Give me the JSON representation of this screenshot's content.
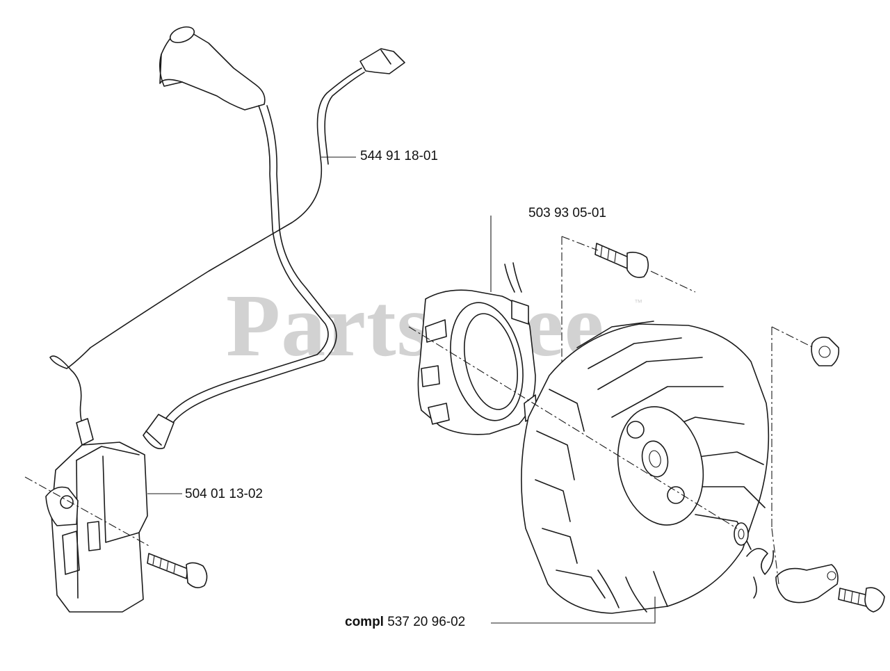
{
  "watermark": {
    "text": "PartsTree",
    "trademark": "™"
  },
  "callouts": {
    "ignition_lead": {
      "part_number": "544 91 18-01"
    },
    "screw": {
      "part_number": "503 93 05-01"
    },
    "ignition_module": {
      "part_number": "504 01 13-02"
    },
    "flywheel": {
      "prefix": "compl",
      "part_number": "537 20 96-02"
    }
  }
}
